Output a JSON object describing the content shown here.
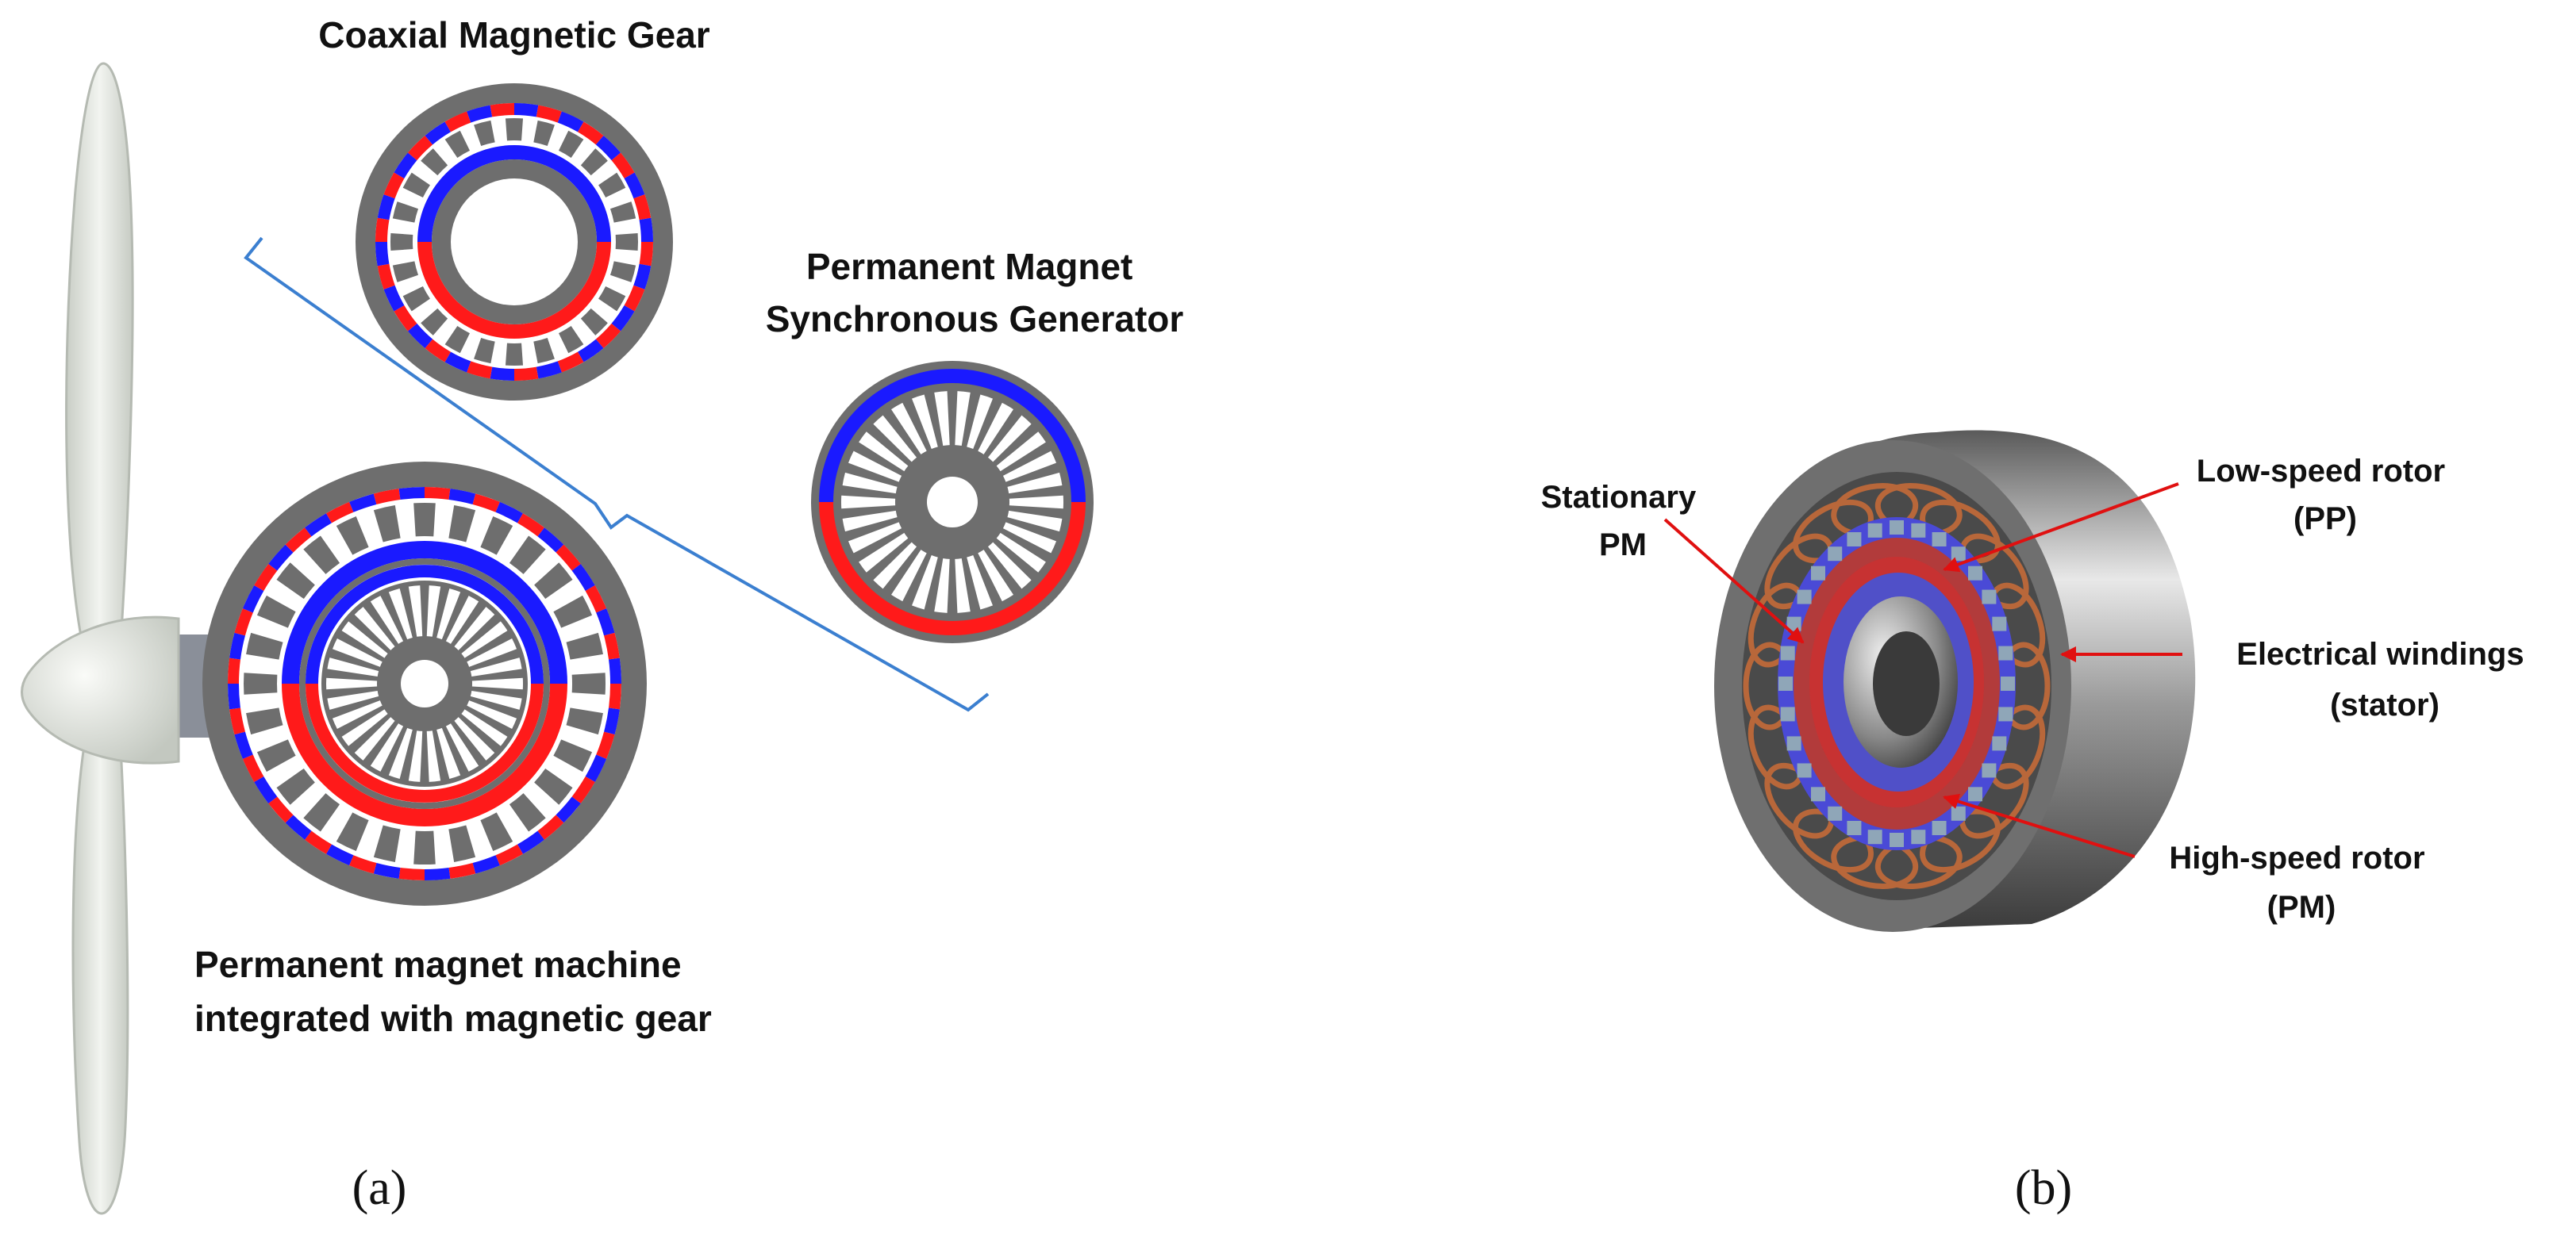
{
  "panel_a": {
    "coaxial_gear_label": "Coaxial Magnetic Gear",
    "pmsg_label": [
      "Permanent Magnet",
      "Synchronous Generator"
    ],
    "integrated_label": [
      "Permanent magnet machine",
      "integrated with magnetic gear"
    ],
    "caption": "(a)"
  },
  "panel_b": {
    "stationary_pm_label": [
      "Stationary",
      "PM"
    ],
    "low_speed_rotor_label": [
      "Low-speed rotor",
      "(PP)"
    ],
    "windings_label": [
      "Electrical windings",
      "(stator)"
    ],
    "high_speed_rotor_label": [
      "High-speed rotor",
      "(PM)"
    ],
    "caption": "(b)"
  },
  "colors": {
    "steel": "#6e6e6e",
    "magnet_red": "#ff1a1a",
    "magnet_blue": "#1a1aff",
    "bracket": "#3b7fd0",
    "arrow": "#e01010",
    "copper": "#b8673a",
    "turbine": "#e4e7e2"
  }
}
